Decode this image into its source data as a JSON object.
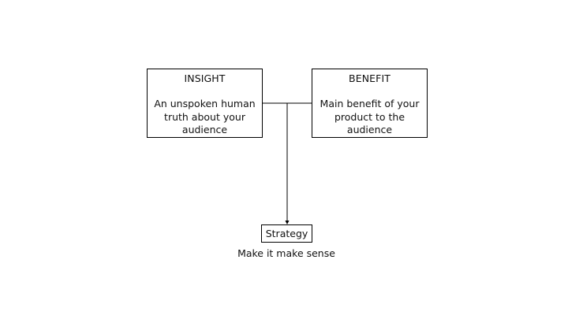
{
  "diagram": {
    "insight": {
      "title": "INSIGHT",
      "body": "An unspoken human truth about your audience"
    },
    "benefit": {
      "title": "BENEFIT",
      "body": "Main benefit of your product to the audience"
    },
    "strategy": {
      "label": "Strategy",
      "caption": "Make it make sense"
    }
  },
  "colors": {
    "stroke": "#000000",
    "background": "#ffffff",
    "text": "#111111"
  }
}
